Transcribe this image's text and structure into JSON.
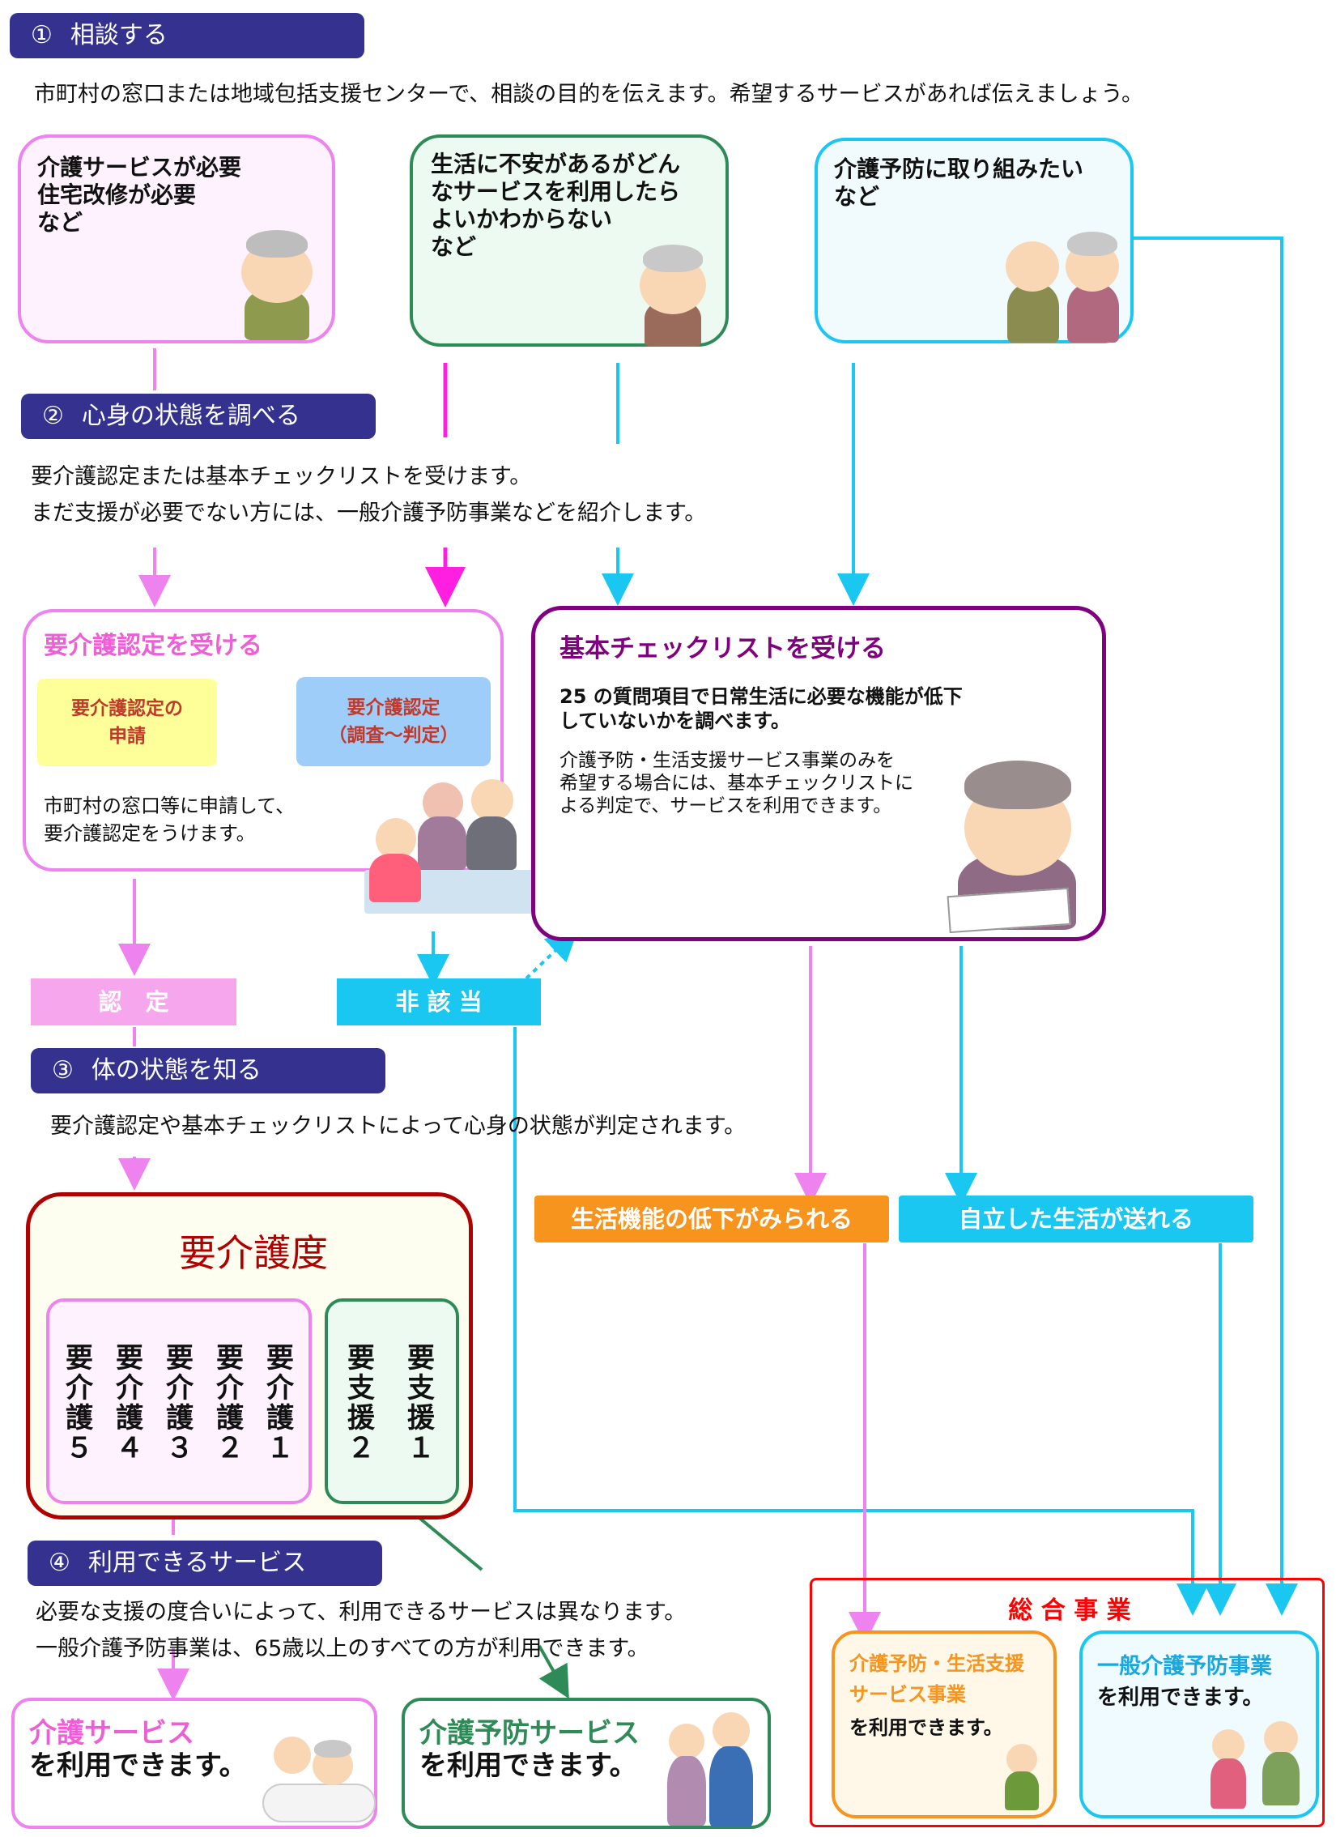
{
  "steps": {
    "s1": {
      "num": "①",
      "label": "相談する"
    },
    "s2": {
      "num": "②",
      "label": "心身の状態を調べる"
    },
    "s3": {
      "num": "③",
      "label": "体の状態を知る"
    },
    "s4": {
      "num": "④",
      "label": "利用できるサービス"
    }
  },
  "desc": {
    "s1": "市町村の窓口または地域包括支援センターで、相談の目的を伝えます。希望するサービスがあれば伝えましょう。",
    "s2": "要介護認定または基本チェックリストを受けます。\nまだ支援が必要でない方には、一般介護予防事業などを紹介します。",
    "s3": "要介護認定や基本チェックリストによって心身の状態が判定されます。",
    "s4": "必要な支援の度合いによって、利用できるサービスは異なります。\n一般介護予防事業は、65歳以上のすべての方が利用できます。"
  },
  "consult": {
    "c1": "介護サービスが必要\n住宅改修が必要\nなど",
    "c2": "生活に不安があるがどん\nなサービスを利用したら\nよいかわからない\nなど",
    "c3": "介護予防に取り組みたい\nなど"
  },
  "nintei": {
    "title": "要介護認定を受ける",
    "apply": "要介護認定の\n申請",
    "judge": "要介護認定\n（調査～判定）",
    "note": "市町村の窓口等に申請して、\n要介護認定をうけます。"
  },
  "checklist": {
    "title": "基本チェックリストを受ける",
    "p1": "25 の質問項目で日常生活に必要な機能が低下\nしていないかを調べます。",
    "p2": "介護予防・生活支援サービス事業のみを\n希望する場合には、基本チェックリストに\nよる判定で、サービスを利用できます。"
  },
  "results": {
    "nintei": "認　定",
    "higaitou": "非 該 当",
    "decline": "生活機能の低下がみられる",
    "independent": "自立した生活が送れる"
  },
  "care_level": {
    "title": "要介護度",
    "kaigo": [
      [
        "要",
        "介",
        "護",
        "５"
      ],
      [
        "要",
        "介",
        "護",
        "４"
      ],
      [
        "要",
        "介",
        "護",
        "３"
      ],
      [
        "要",
        "介",
        "護",
        "２"
      ],
      [
        "要",
        "介",
        "護",
        "１"
      ]
    ],
    "shien": [
      [
        "要",
        "支",
        "援",
        "２"
      ],
      [
        "要",
        "支",
        "援",
        "１"
      ]
    ]
  },
  "services": {
    "kaigo_title": "介護サービス",
    "kaigo_sub": "を利用できます。",
    "yobo_title": "介護予防サービス",
    "yobo_sub": "を利用できます。",
    "sogo_title": "総 合 事 業",
    "yobo_seikatsu_title": "介護予防・生活支援\nサービス事業",
    "yobo_seikatsu_sub": "を利用できます。",
    "ippan_title": "一般介護予防事業",
    "ippan_sub": "を利用できます。"
  },
  "colors": {
    "step_bg": "#35328f",
    "pink": "#ee82ee",
    "hot_pink": "#ff1fe0",
    "cyan": "#19c7f0",
    "green": "#2e8b57",
    "purple": "#800080",
    "dark_red": "#b00000",
    "orange": "#f7941d",
    "red": "#ff0000"
  }
}
